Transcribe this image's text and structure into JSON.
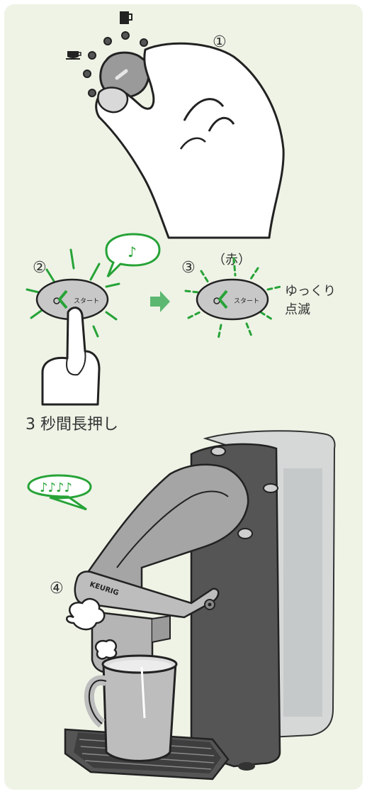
{
  "steps": {
    "step1": "①",
    "step2": "②",
    "step3": "③",
    "step4": "④"
  },
  "button": {
    "label": "スタート"
  },
  "sounds": {
    "beep_single": "♪",
    "beep_multi": "♪♪♪♪"
  },
  "step3": {
    "color_label": "（赤）",
    "blink_line1": "ゆっくり",
    "blink_line2": "点滅"
  },
  "instruction": "3 秒間長押し",
  "brand": "KEURIG",
  "colors": {
    "accent_green": "#27a337",
    "panel_bg": "#eef3e6",
    "button_gray": "#c8c8c8",
    "machine_dark": "#555555"
  },
  "icons": {
    "mug": "mug-icon",
    "cup": "cup-icon",
    "arrow": "arrow-right-icon"
  }
}
